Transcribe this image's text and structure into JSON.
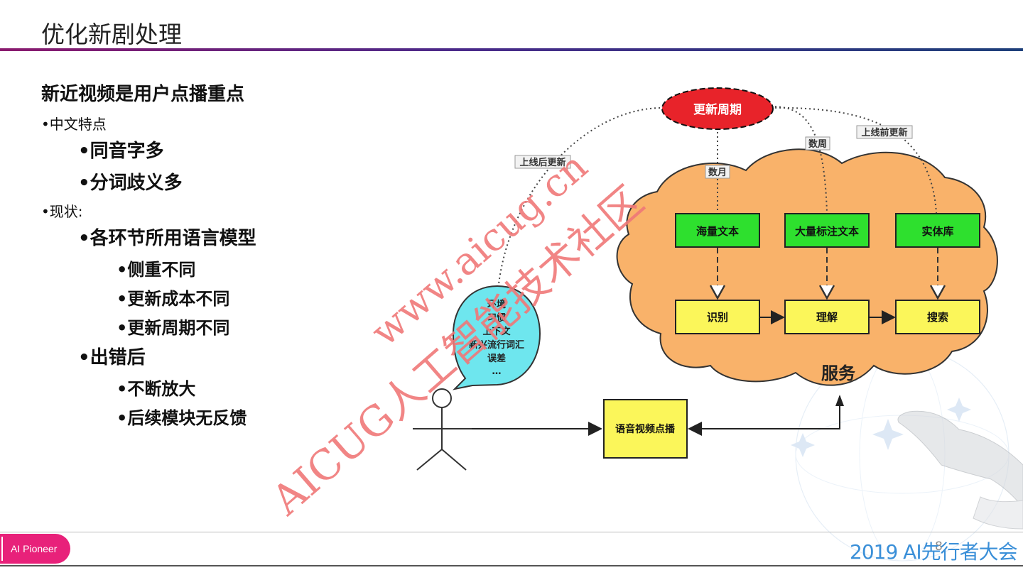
{
  "title": "优化新剧处理",
  "left": {
    "heading": "新近视频是用户点播重点",
    "section1": "中文特点",
    "s1_items": [
      "同音字多",
      "分词歧义多"
    ],
    "section2": "现状:",
    "s2_item1": "各环节所用语言模型",
    "s2_item1_sub": [
      "侧重不同",
      "更新成本不同",
      "更新周期不同"
    ],
    "s2_item2": "出错后",
    "s2_item2_sub": [
      "不断放大",
      "后续模块无反馈"
    ]
  },
  "diagram": {
    "update_cycle": "更新周期",
    "label_after_launch": "上线后更新",
    "label_months": "数月",
    "label_weeks": "数周",
    "label_before_launch": "上线前更新",
    "data_boxes": [
      "海量文本",
      "大量标注文本",
      "实体库"
    ],
    "process_boxes": [
      "识别",
      "理解",
      "搜索"
    ],
    "cloud_label": "服务",
    "bubble_lines": [
      "环境",
      "习惯",
      "上下文",
      "新兴流行词汇",
      "误差",
      "…"
    ],
    "vod_box": "语音视频点播"
  },
  "watermark": {
    "line1": "www.aicug.cn",
    "line2": "AICUG人工智能技术社区"
  },
  "footer": {
    "tag": "AI Pioneer",
    "page": "8",
    "conference": "2019 AI先行者大会"
  },
  "colors": {
    "green_box": "#2ee02e",
    "yellow_box": "#fbf65a",
    "cloud": "#f9b26a",
    "ellipse_red": "#e8232a",
    "bubble": "#6ee6ee",
    "watermark": "#f07878",
    "accent_pink": "#e8217a"
  }
}
